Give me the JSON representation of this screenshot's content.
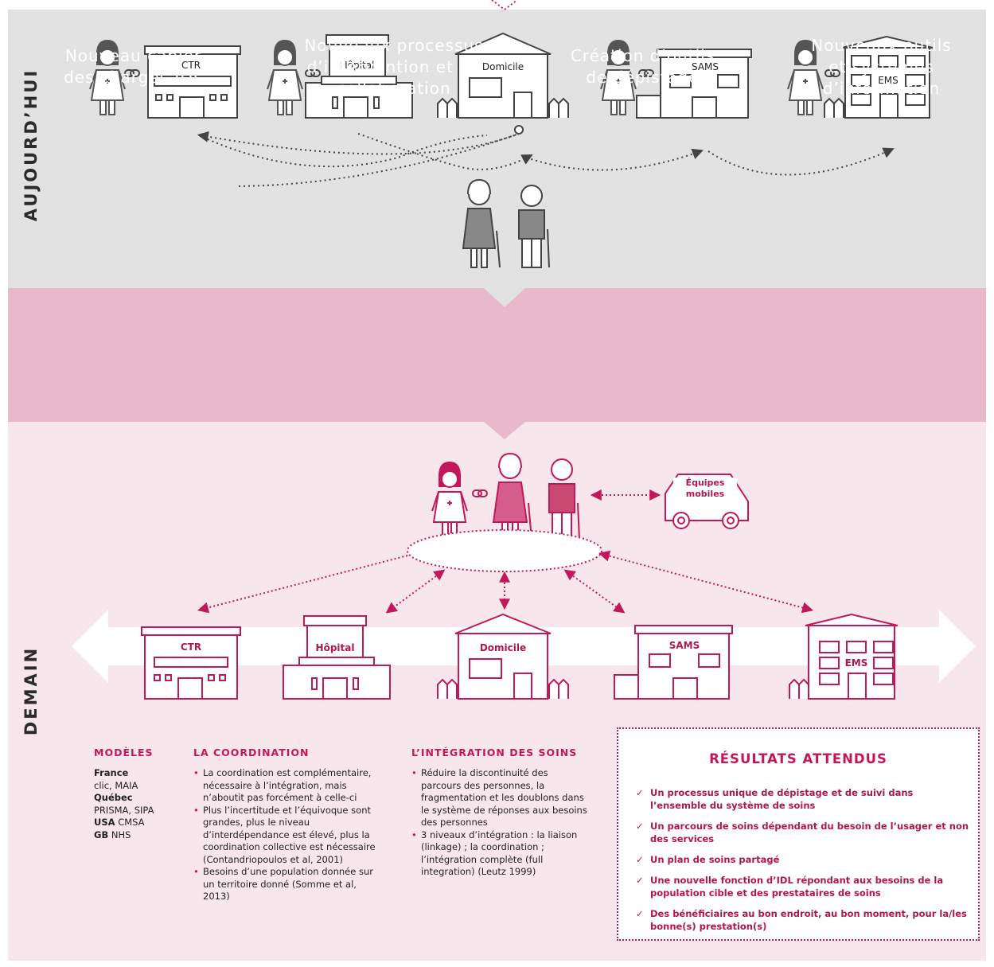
{
  "today": {
    "label": "AUJOURD’HUI",
    "buildings": {
      "ctr": "CTR",
      "hopital": "Hôpital",
      "domicile": "Domicile",
      "sams": "SAMS",
      "ems": "EMS"
    }
  },
  "middle": {
    "items": [
      "Nouveau cahier des charges IDL",
      "Nouveaux processus d’intervention et de collaboration",
      "Création d’outils de dépistage",
      "Nouveaux outils et systèmes d’information"
    ]
  },
  "tomorrow": {
    "label": "DEMAIN",
    "vehicle": "Équipes mobiles",
    "buildings": {
      "ctr": "CTR",
      "hopital": "Hôpital",
      "domicile": "Domicile",
      "sams": "SAMS",
      "ems": "EMS"
    }
  },
  "models": {
    "title": "MODÈLES",
    "items": [
      {
        "country": "France",
        "value": "clic, MAIA"
      },
      {
        "country": "Québec",
        "value": "PRISMA, SIPA"
      },
      {
        "country": "USA",
        "value": "CMSA"
      },
      {
        "country": "GB",
        "value": "NHS"
      }
    ]
  },
  "coordination": {
    "title": "LA COORDINATION",
    "items": [
      "La coordination est complémentaire, nécessaire à l’intégration, mais n’aboutit pas forcément à celle-ci",
      "Plus l’incertitude et l’équivoque sont grandes, plus le niveau d’interdépendance est élevé, plus la coordination collective est nécessaire (Contandriopoulos et al, 2001)",
      "Besoins d’une population donnée sur un territoire donné (Somme et al, 2013)"
    ]
  },
  "integration": {
    "title": "L’INTÉGRATION DES SOINS",
    "items": [
      "Réduire la discontinuité des parcours des personnes, la fragmentation et les doublons dans le système de réponses aux besoins des personnes",
      "3 niveaux d’intégration : la liaison (linkage) ; la coordination ; l’intégration complète (full integration) (Leutz 1999)"
    ]
  },
  "results": {
    "title": "RÉSULTATS ATTENDUS",
    "items": [
      "Un processus unique de dépistage et de suivi dans l’ensemble du système de soins",
      "Un parcours de soins dépendant du besoin de l’usager et non des services",
      "Un plan de soins partagé",
      "Une nouvelle fonction d’IDL répondant aux besoins de la population cible et des prestataires de soins",
      "Des bénéficiaires au bon endroit, au bon moment, pour la/les bonne(s) prestation(s)"
    ]
  },
  "colors": {
    "today_bg": "#e2e2e2",
    "middle_bg": "#e8b9cb",
    "tomorrow_bg": "#f8e6ed",
    "accent": "#c2185b"
  }
}
